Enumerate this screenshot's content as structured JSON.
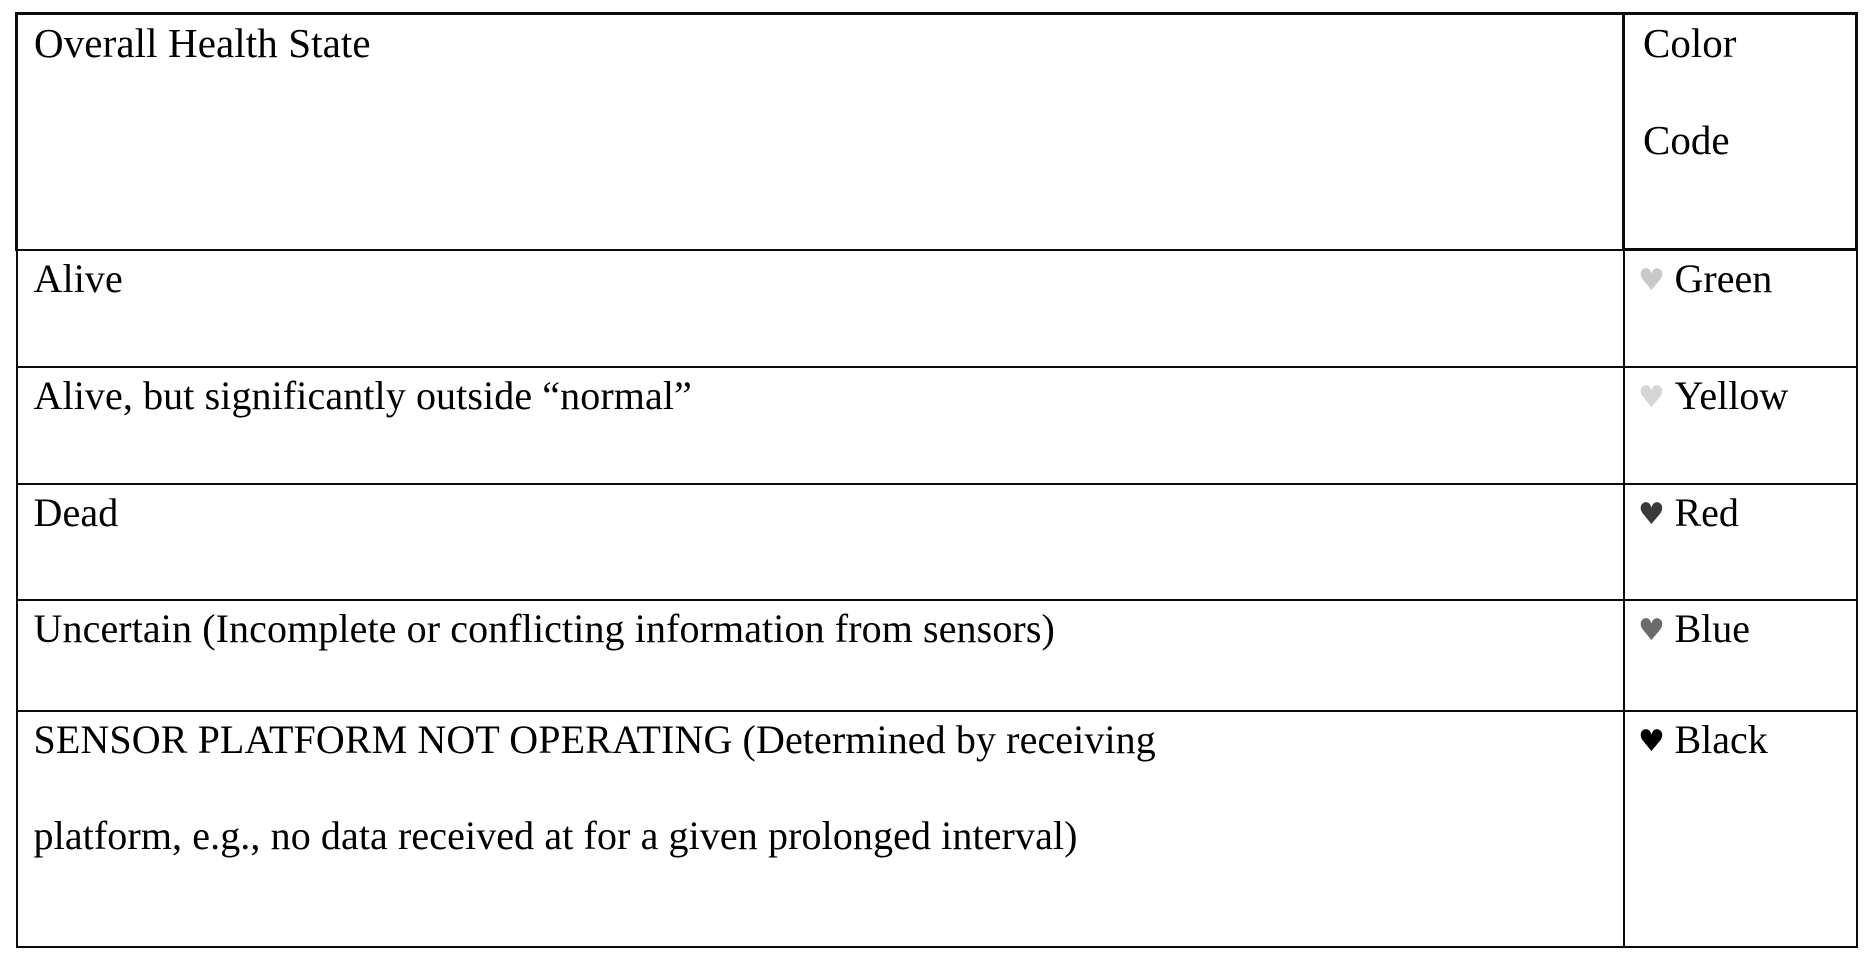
{
  "document": {
    "kind": "scanned-table",
    "background_color": "#ffffff",
    "ink_color": "#000000"
  },
  "table": {
    "headers": {
      "state": "Overall Health State",
      "code_line1": "Color",
      "code_line2": "Code"
    },
    "rows": [
      {
        "state_line1": "Alive",
        "state_line2": "",
        "icon": "heart-icon",
        "icon_density": "ink-faintest",
        "color_label": "Green",
        "color_hex": "#008000"
      },
      {
        "state_line1": "Alive, but significantly outside “normal”",
        "state_line2": "",
        "icon": "heart-icon",
        "icon_density": "ink-faint",
        "color_label": "Yellow",
        "color_hex": "#ffff00"
      },
      {
        "state_line1": "Dead",
        "state_line2": "",
        "icon": "heart-icon",
        "icon_density": "ink-mid-dark",
        "color_label": "Red",
        "color_hex": "#ff0000"
      },
      {
        "state_line1": "Uncertain (Incomplete or conflicting information from sensors)",
        "state_line2": "",
        "icon": "heart-icon",
        "icon_density": "ink-mid",
        "color_label": "Blue",
        "color_hex": "#0000ff"
      },
      {
        "state_line1": "SENSOR PLATFORM NOT OPERATING (Determined by receiving",
        "state_line2": "platform, e.g., no data received at for a given prolonged interval)",
        "icon": "heart-icon",
        "icon_density": "ink-solid",
        "color_label": "Black",
        "color_hex": "#000000"
      }
    ],
    "glyphs": {
      "heart": "♥"
    }
  }
}
